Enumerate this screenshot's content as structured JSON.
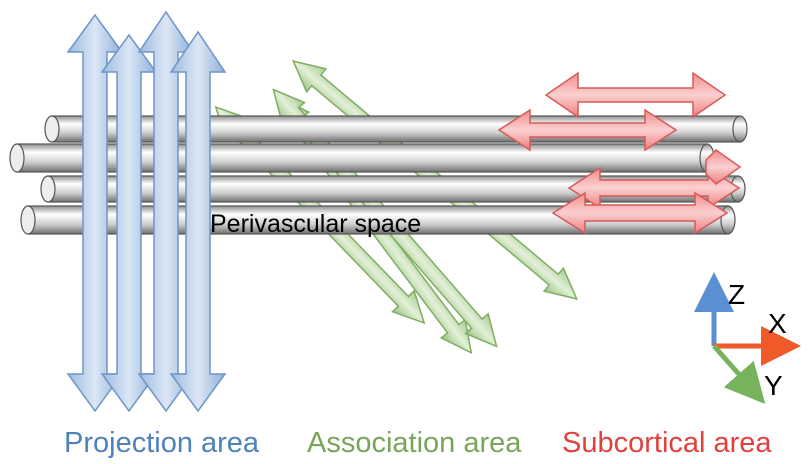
{
  "diagram": {
    "center_label": "Perivascular space",
    "captions": {
      "projection": "Projection area",
      "association": "Association area",
      "subcortical": "Subcortical area"
    },
    "axes": {
      "z": "Z",
      "x": "X",
      "y": "Y"
    },
    "colors": {
      "projection": "#4f81bd",
      "association": "#77a55c",
      "subcortical": "#e0413e",
      "projection_fill": "#b7cde6",
      "association_fill": "#bcd8a8",
      "subcortical_fill": "#f4a1a1",
      "tube": "#c9c9c9",
      "axis_z": "#5b8fd4",
      "axis_x": "#f05a28",
      "axis_y": "#77b35c"
    }
  }
}
